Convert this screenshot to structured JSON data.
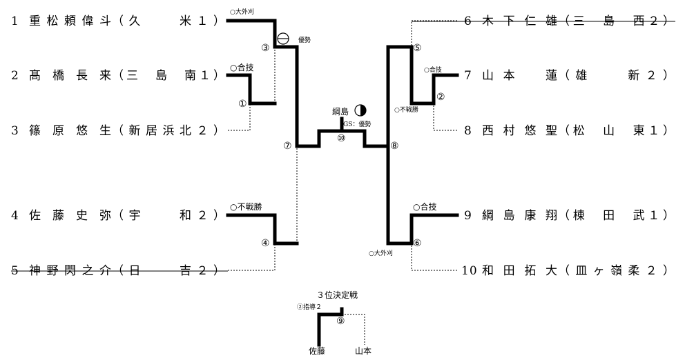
{
  "players": [
    {
      "num": "1",
      "name": "重松頼偉斗",
      "aff": "（久　　米１）"
    },
    {
      "num": "2",
      "name": "髙橋長来",
      "aff": "（三　島　南１）"
    },
    {
      "num": "3",
      "name": "篠原悠生",
      "aff": "（新居浜北２）"
    },
    {
      "num": "4",
      "name": "佐藤史弥",
      "aff": "（宇　　和２）"
    },
    {
      "num": "5",
      "name": "神野閃之介",
      "aff": "（日　　吉２）"
    },
    {
      "num": "6",
      "name": "木下仁雄",
      "aff": "（三　島　西２）"
    },
    {
      "num": "7",
      "name": "山本　蓮",
      "aff": "（雄　　新２）"
    },
    {
      "num": "8",
      "name": "西村悠聖",
      "aff": "（松　山　東１）"
    },
    {
      "num": "9",
      "name": "綱島康翔",
      "aff": "（棟　田　武１）"
    },
    {
      "num": "10",
      "name": "和田拓大",
      "aff": "（皿ヶ嶺柔２）"
    }
  ],
  "matches": [
    "①",
    "②",
    "③",
    "④",
    "⑤",
    "⑥",
    "⑦",
    "⑧",
    "⑨",
    "⑩"
  ],
  "results": {
    "m1": "○合技",
    "m2": "○合技",
    "m2b": "○不戦勝",
    "m3": "○大外刈",
    "m4": "○不戦勝",
    "m5": "○合技",
    "m6": "○大外刈",
    "final_winner": "綱島",
    "final_result": "GS：優勢",
    "semi_result": "優勢",
    "third_result": "②指導２"
  },
  "third_place": {
    "title": "３位決定戦",
    "left": "佐藤",
    "right": "山本"
  },
  "icons": {
    "semi_mark": "half-filled-circle-icon",
    "final_mark": "half-filled-circle-icon"
  }
}
